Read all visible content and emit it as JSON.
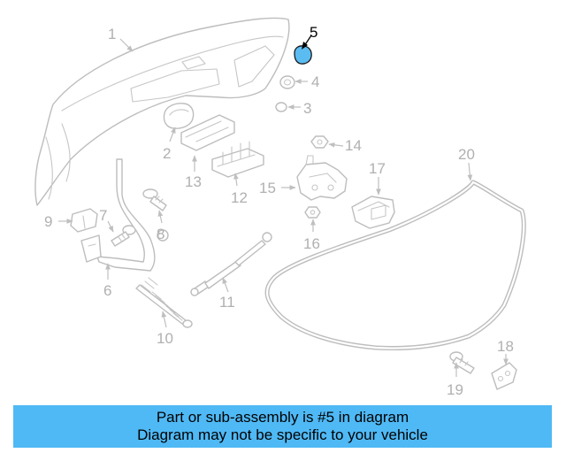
{
  "diagram": {
    "highlighted_part": "5",
    "callouts": {
      "c1": "1",
      "c2": "2",
      "c3": "3",
      "c4": "4",
      "c5": "5",
      "c6": "6",
      "c7": "7",
      "c8": "8",
      "c9": "9",
      "c10": "10",
      "c11": "11",
      "c12": "12",
      "c13": "13",
      "c14": "14",
      "c15": "15",
      "c16": "16",
      "c17": "17",
      "c18": "18",
      "c19": "19",
      "c20": "20"
    }
  },
  "banner": {
    "line1": "Part or sub-assembly is #5 in diagram",
    "line2": "Diagram may not be specific to your vehicle"
  },
  "colors": {
    "banner_bg": "#4fb9f5",
    "highlight_fill": "#5bbcf2",
    "part_stroke": "#bdbdbd",
    "callout_inactive": "#b0b0b0",
    "callout_active": "#000000"
  }
}
